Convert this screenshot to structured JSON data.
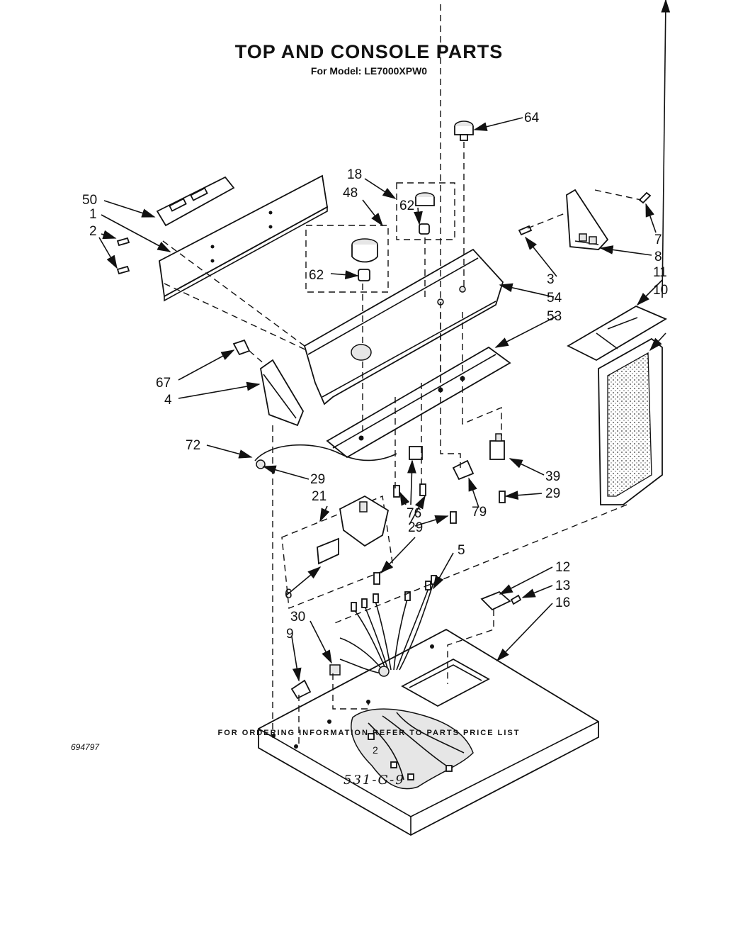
{
  "title": "TOP AND CONSOLE PARTS",
  "subtitle": "For Model: LE7000XPW0",
  "footer": "FOR ORDERING INFORMATION REFER TO PARTS PRICE LIST",
  "page_number": "2",
  "document_number": "694797",
  "handwritten_note": "531-G-9",
  "callouts": [
    {
      "id": "c64",
      "label": "64"
    },
    {
      "id": "c18",
      "label": "18"
    },
    {
      "id": "c48",
      "label": "48"
    },
    {
      "id": "c62a",
      "label": "62"
    },
    {
      "id": "c62b",
      "label": "62"
    },
    {
      "id": "c50",
      "label": "50"
    },
    {
      "id": "c1",
      "label": "1"
    },
    {
      "id": "c2",
      "label": "2"
    },
    {
      "id": "c7",
      "label": "7"
    },
    {
      "id": "c8",
      "label": "8"
    },
    {
      "id": "c3",
      "label": "3"
    },
    {
      "id": "c11",
      "label": "11"
    },
    {
      "id": "c10",
      "label": "10"
    },
    {
      "id": "c54",
      "label": "54"
    },
    {
      "id": "c53",
      "label": "53"
    },
    {
      "id": "c67",
      "label": "67"
    },
    {
      "id": "c4",
      "label": "4"
    },
    {
      "id": "c72",
      "label": "72"
    },
    {
      "id": "c29a",
      "label": "29"
    },
    {
      "id": "c21",
      "label": "21"
    },
    {
      "id": "c39",
      "label": "39"
    },
    {
      "id": "c29b",
      "label": "29"
    },
    {
      "id": "c76",
      "label": "76"
    },
    {
      "id": "c79",
      "label": "79"
    },
    {
      "id": "c29c",
      "label": "29"
    },
    {
      "id": "c5",
      "label": "5"
    },
    {
      "id": "c6",
      "label": "6"
    },
    {
      "id": "c12",
      "label": "12"
    },
    {
      "id": "c13",
      "label": "13"
    },
    {
      "id": "c16",
      "label": "16"
    },
    {
      "id": "c30",
      "label": "30"
    },
    {
      "id": "c9",
      "label": "9"
    }
  ]
}
